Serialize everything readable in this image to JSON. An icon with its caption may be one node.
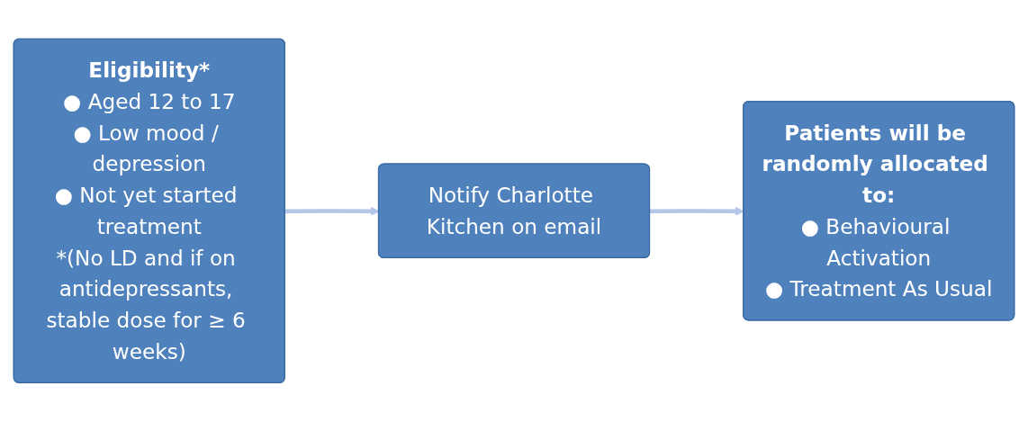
{
  "diagram": {
    "nodes": [
      {
        "text": [
          "Eligibility*",
          "● Aged 12 to 17",
          "● Low mood / depression",
          "● Not yet started treatment",
          "*(No LD and if on antidepressants, stable dose for ≥ 6 weeks)"
        ]
      },
      {
        "text": [
          "Notify Charlotte Kitchen on email"
        ]
      },
      {
        "text": [
          "Patients will be randomly allocated to:",
          "● Behavioural Activation",
          "● Treatment As Usual"
        ]
      }
    ],
    "edges": [
      {
        "from": 0,
        "to": 1,
        "arrow": "to"
      },
      {
        "from": 1,
        "to": 2,
        "arrow": "to"
      }
    ]
  }
}
